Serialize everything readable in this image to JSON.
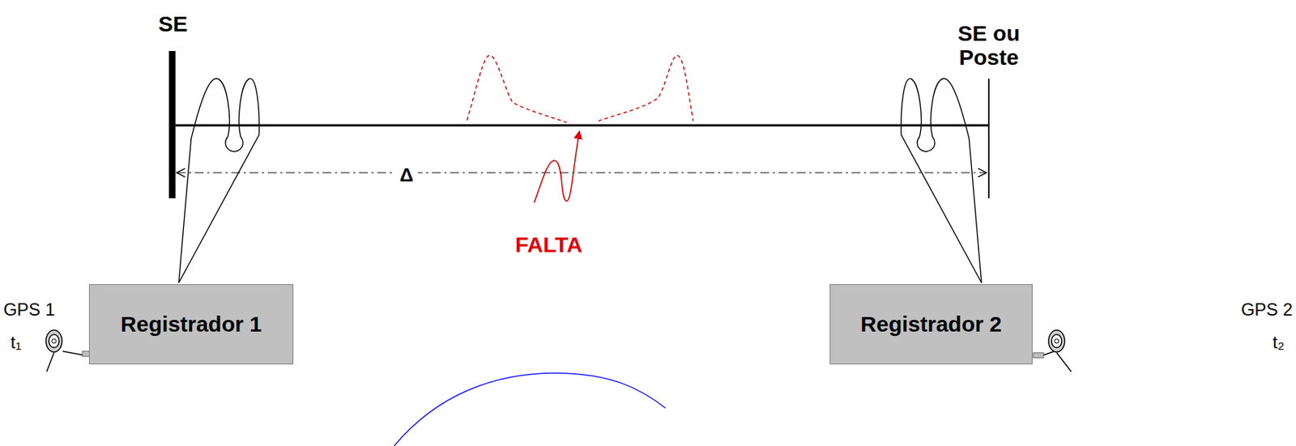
{
  "diagram": {
    "nodes": [
      {
        "text": [
          "Registrador 1"
        ]
      },
      {
        "text": [
          "Registrador 2"
        ]
      }
    ],
    "labels": [
      "SE",
      "SE ou Poste",
      "Δ",
      "FALTA",
      "GPS 1",
      "t₁",
      "GPS 2",
      "t₂"
    ]
  }
}
